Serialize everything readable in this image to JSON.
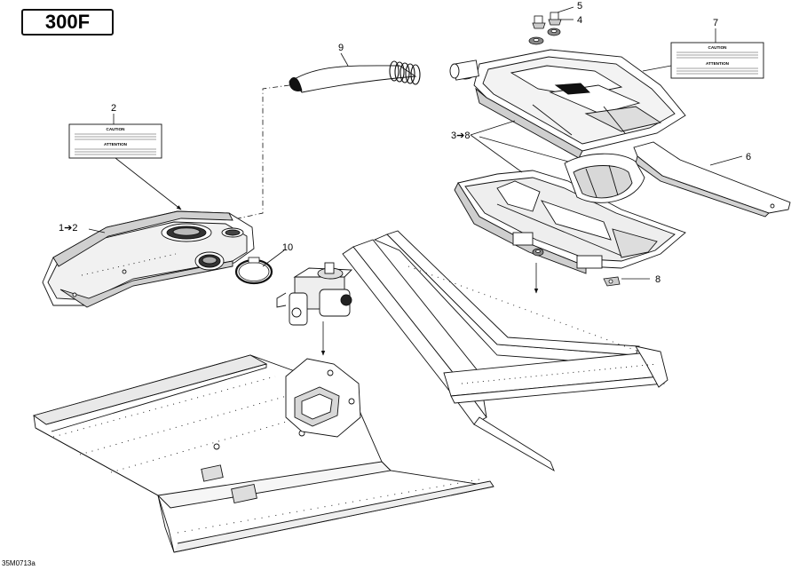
{
  "model_badge": "300F",
  "drawing_code": "35M0713a",
  "callouts": {
    "c1": "1➔2",
    "c2": "2",
    "c3": "3➔8",
    "c4": "4",
    "c5": "5",
    "c6": "6",
    "c7": "7",
    "c8": "8",
    "c9": "9",
    "c10": "10"
  },
  "decals": {
    "left_heading": "CAUTION",
    "left_heading2": "ATTENTION",
    "right_heading": "CAUTION",
    "right_heading2": "ATTENTION"
  },
  "colors": {
    "line": "#111111",
    "shade": "#c9c9c9",
    "dark": "#222222"
  }
}
